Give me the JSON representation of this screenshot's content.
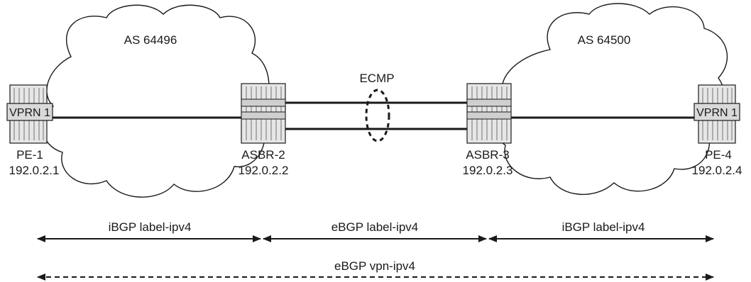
{
  "domains": {
    "left": {
      "as_label": "AS 64496"
    },
    "right": {
      "as_label": "AS 64500"
    }
  },
  "nodes": {
    "pe1": {
      "name": "PE-1",
      "ip": "192.0.2.1",
      "vprn": "VPRN 1"
    },
    "asbr2": {
      "name": "ASBR-2",
      "ip": "192.0.2.2"
    },
    "asbr3": {
      "name": "ASBR-3",
      "ip": "192.0.2.3"
    },
    "pe4": {
      "name": "PE-4",
      "ip": "192.0.2.4",
      "vprn": "VPRN 1"
    }
  },
  "ecmp_label": "ECMP",
  "sessions": {
    "ibgp_left": "iBGP label-ipv4",
    "ebgp_middle": "eBGP label-ipv4",
    "ibgp_right": "iBGP label-ipv4",
    "ebgp_vpn": "eBGP vpn-ipv4"
  },
  "colors": {
    "line": "#1a1a1a",
    "router_fill": "#e6e6e6",
    "router_band": "#cfcfcf"
  }
}
